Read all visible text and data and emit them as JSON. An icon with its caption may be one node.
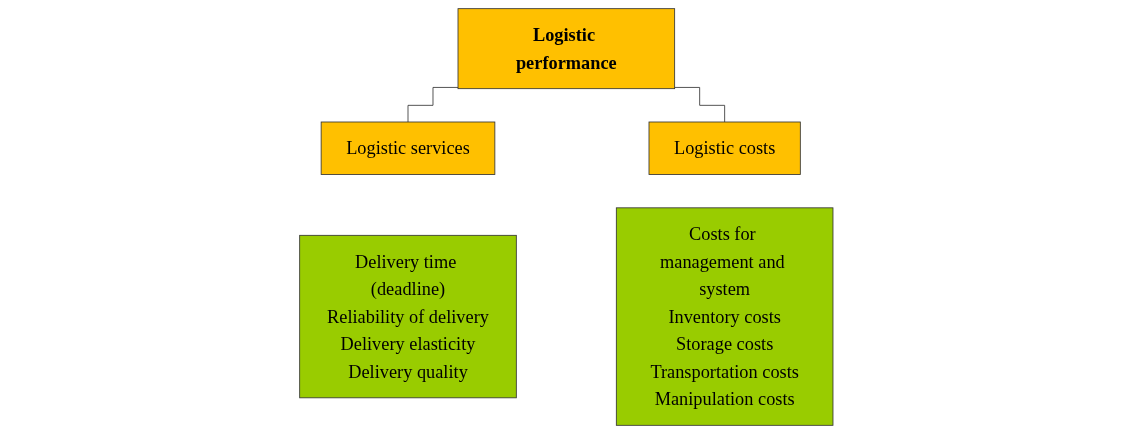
{
  "diagram": {
    "nodes": [
      {
        "text": [
          "Logistic performance"
        ]
      },
      {
        "text": [
          "Logistic services"
        ]
      },
      {
        "text": [
          "Delivery time (deadline)",
          "Reliability of delivery",
          "Delivery elasticity",
          "Delivery quality"
        ]
      },
      {
        "text": [
          "Logistic costs"
        ]
      },
      {
        "text": [
          "Costs for management and system",
          "Inventory costs",
          "Storage costs",
          "Transportation costs",
          "Manipulation costs"
        ]
      }
    ],
    "edges": [
      {
        "from": 0,
        "to": 1,
        "arrow": "none"
      },
      {
        "from": 0,
        "to": 3,
        "arrow": "none"
      }
    ]
  }
}
